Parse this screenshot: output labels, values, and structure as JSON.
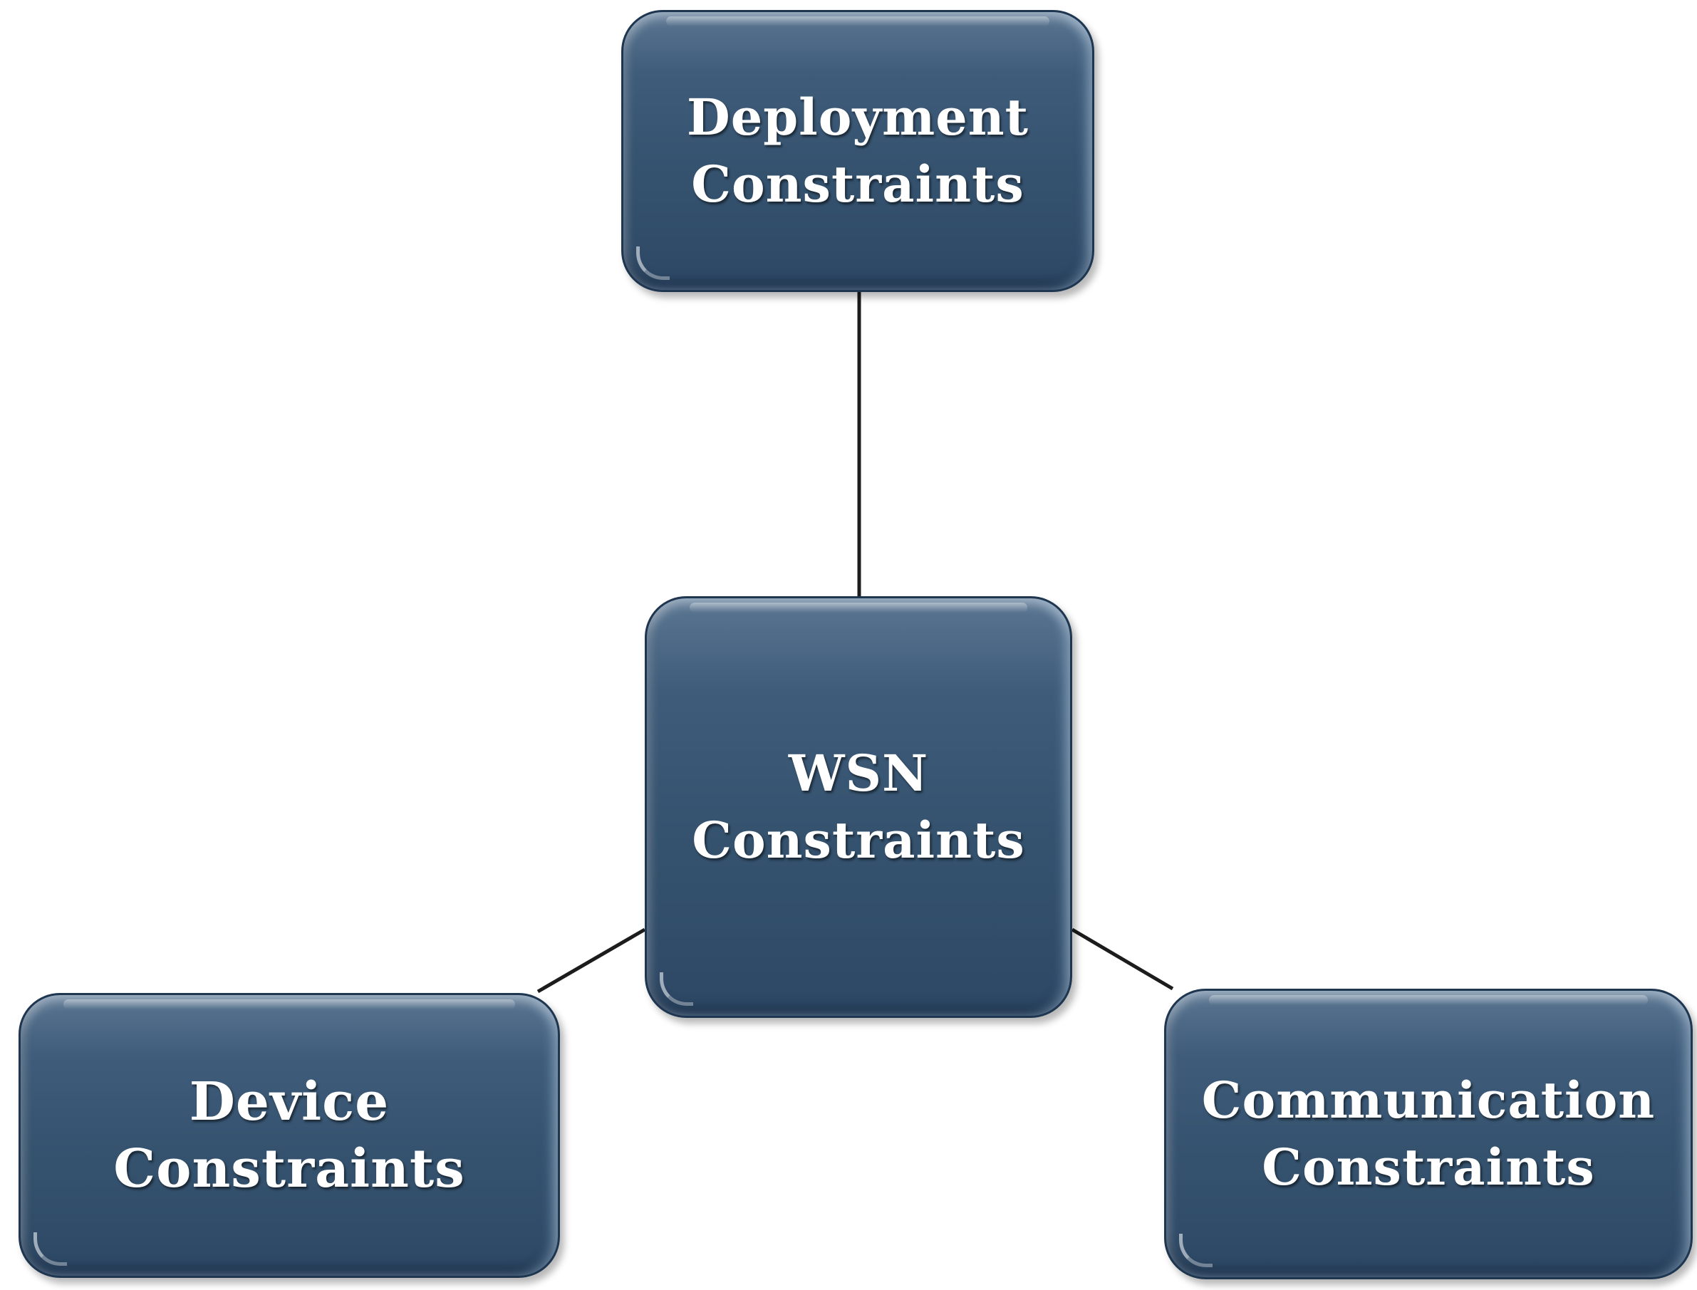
{
  "diagram": {
    "nodes": {
      "deployment": {
        "line1": "Deployment",
        "line2": "Constraints"
      },
      "wsn": {
        "line1": "WSN",
        "line2": "Constraints"
      },
      "device": {
        "line1": "Device Constraints"
      },
      "communication": {
        "line1": "Communication",
        "line2": "Constraints"
      }
    },
    "edges": [
      {
        "from": "wsn",
        "to": "deployment"
      },
      {
        "from": "wsn",
        "to": "device"
      },
      {
        "from": "wsn",
        "to": "communication"
      }
    ],
    "colors": {
      "node_fill": "#35536f",
      "node_border": "#1f3650",
      "text": "#ffffff",
      "connector": "#1c1c1c"
    }
  }
}
